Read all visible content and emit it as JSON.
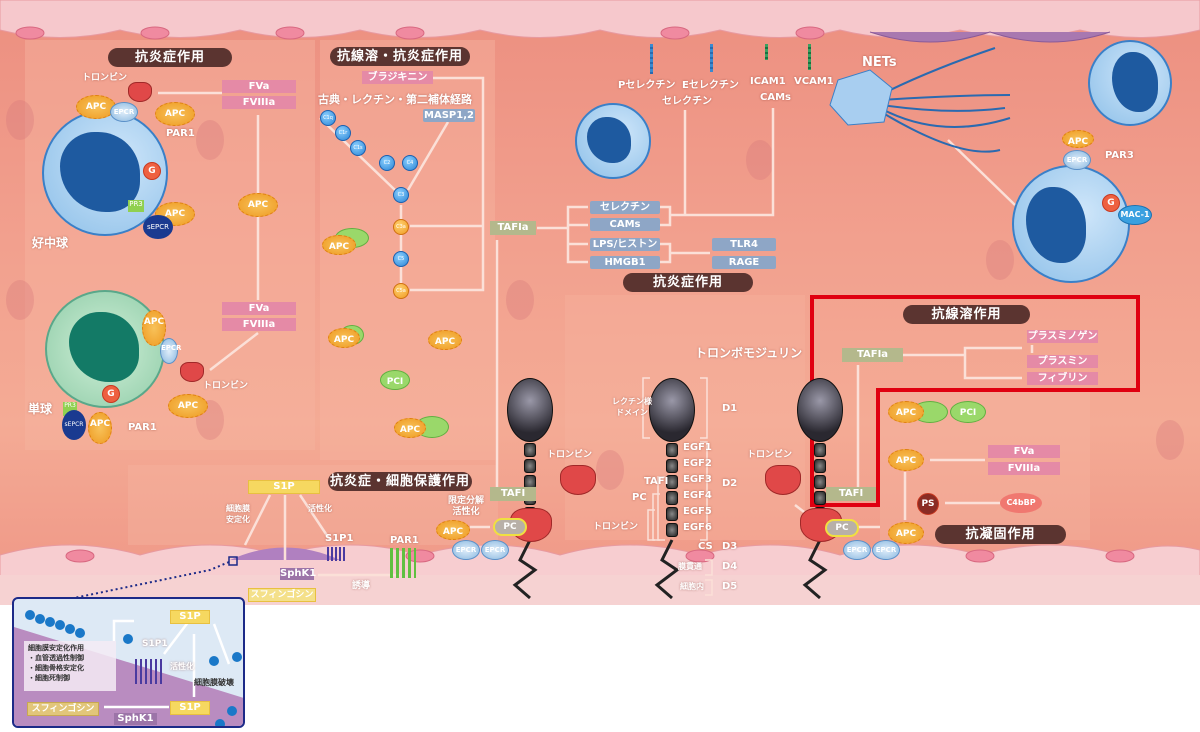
{
  "colors": {
    "highlight_box": "#e00010",
    "pill": "#5b3430",
    "factor": "#e58aa6",
    "receptor": "#8ea6c6",
    "tafi": "#b4b88c",
    "apc": "#ee9a22"
  },
  "left": {
    "title": "抗炎症作用",
    "thrombin": "トロンビン",
    "fva": "FVa",
    "fviiia": "FVIIIa",
    "apc": "APC",
    "epcr": "EPCR",
    "par1": "PAR1",
    "g": "G",
    "pr3": "PR3",
    "sepcr": "sEPCR",
    "neutrophil": "好中球",
    "monocyte": "単球",
    "fva2": "FVa",
    "fviiia2": "FVIIIa",
    "thrombin2": "トロンビン"
  },
  "complement": {
    "title": "抗線溶・抗炎症作用",
    "bradykinin": "ブラジキニン",
    "pathway": "古典・レクチン・第二補体経路",
    "masp": "MASP1,2",
    "c1q": "C1q",
    "c1r": "C1r",
    "c1s": "C1s",
    "c2": "C2",
    "c4": "C4",
    "c3": "C3",
    "c3a": "C3a",
    "c5": "C5",
    "c5a": "C5a",
    "apc": "APC",
    "pci": "PCI",
    "tafia": "TAFIa"
  },
  "inflam": {
    "p_selectin": "Pセレクチン",
    "e_selectin": "Eセレクチン",
    "selectin": "セレクチン",
    "icam1": "ICAM1",
    "vcam1": "VCAM1",
    "cams": "CAMs",
    "box_selectin": "セレクチン",
    "box_cams": "CAMs",
    "box_lps": "LPS/ヒストン",
    "box_hmgb1": "HMGB1",
    "tlr4": "TLR4",
    "rage": "RAGE",
    "title": "抗炎症作用"
  },
  "nets": {
    "label": "NETs",
    "apc": "APC",
    "epcr": "EPCR",
    "par3": "PAR3",
    "g": "G",
    "mac1": "MAC-1"
  },
  "tm": {
    "title": "トロンボモジュリン",
    "lectin": "レクチン様\nドメイン",
    "egf": [
      "EGF1",
      "EGF2",
      "EGF3",
      "EGF4",
      "EGF5",
      "EGF6"
    ],
    "cs": "CS",
    "tm_region": "膜貫通",
    "intracellular": "細胞内",
    "domains": [
      "D1",
      "D2",
      "D3",
      "D4",
      "D5"
    ],
    "tafi": "TAFI",
    "pc": "PC",
    "thrombin": "トロンビン"
  },
  "fibrinolysis": {
    "title": "抗線溶作用",
    "tafia": "TAFIa",
    "plasminogen": "プラスミノゲン",
    "plasmin": "プラスミン",
    "fibrin": "フィブリン"
  },
  "anticoag": {
    "title": "抗凝固作用",
    "apc": "APC",
    "pci": "PCI",
    "fva": "FVa",
    "fviiia": "FVIIIa",
    "ps": "PS",
    "c4bbp": "C4bBP",
    "tafi": "TAFI",
    "pc": "PC",
    "epcr": "EPCR",
    "thrombin": "トロンビン"
  },
  "cytoprotect": {
    "title": "抗炎症・細胞保護作用",
    "s1p": "S1P",
    "membrane_stab": "細胞膜\n安定化",
    "activation": "活性化",
    "s1p1": "S1P1",
    "sphk1": "SphK1",
    "sphingosine": "スフィンゴシン",
    "par1": "PAR1",
    "induction": "誘導",
    "limited_proteolysis": "限定分解\n活性化",
    "apc": "APC",
    "pc": "PC",
    "epcr": "EPCR",
    "tafi": "TAFI",
    "thrombin": "トロンビン"
  },
  "inset": {
    "s1p_top": "S1P",
    "s1p1": "S1P1",
    "effects_title": "細胞膜安定化作用",
    "effects": [
      "・血管透過性制御",
      "・細胞骨格安定化",
      "・細胞死制御"
    ],
    "activation": "活性化",
    "membrane_destruction": "細胞膜破壊",
    "sphingosine": "スフィンゴシン",
    "s1p_bottom": "S1P",
    "sphk1": "SphK1"
  }
}
